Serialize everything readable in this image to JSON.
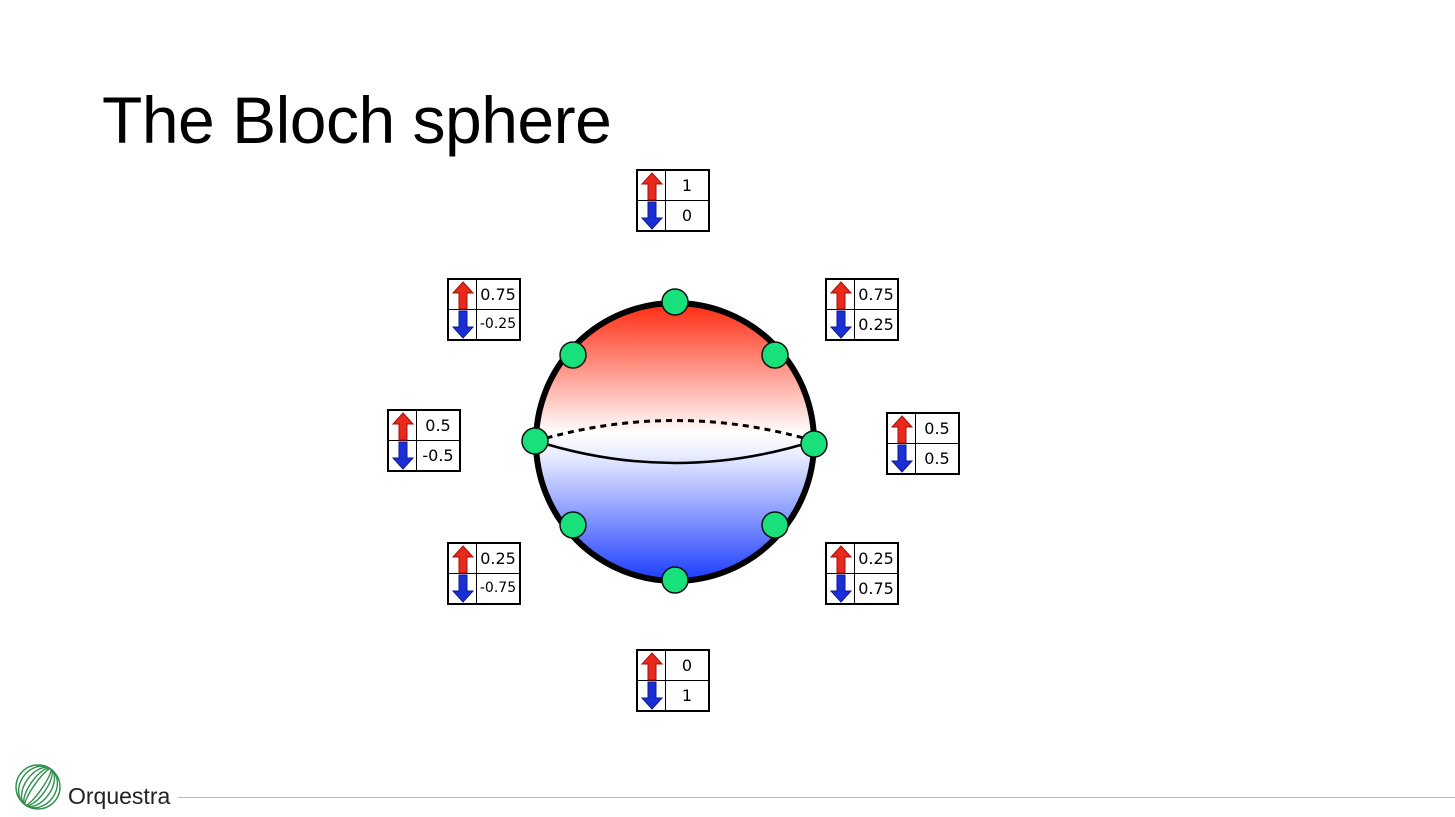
{
  "slide": {
    "title": "The Bloch sphere"
  },
  "footer": {
    "brand": "Orquestra",
    "logo_icon": "orquestra-logo-icon"
  },
  "colors": {
    "up_arrow": "#e8291c",
    "down_arrow": "#1a2fd6",
    "sphere_top": "#ff2a10",
    "sphere_bottom": "#1c3cff",
    "point": "#18e07a"
  },
  "states": {
    "top": {
      "up": "1",
      "down": "0"
    },
    "upper_left": {
      "up": "0.75",
      "down": "-0.25"
    },
    "upper_right": {
      "up": "0.75",
      "down": "0.25"
    },
    "left": {
      "up": "0.5",
      "down": "-0.5"
    },
    "right": {
      "up": "0.5",
      "down": "0.5"
    },
    "lower_left": {
      "up": "0.25",
      "down": "-0.75"
    },
    "lower_right": {
      "up": "0.25",
      "down": "0.75"
    },
    "bottom": {
      "up": "0",
      "down": "1"
    }
  }
}
